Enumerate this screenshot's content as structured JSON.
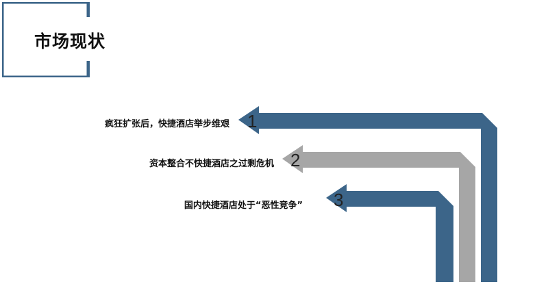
{
  "page": {
    "title": "市场现状"
  },
  "steps": [
    {
      "number": "1",
      "label": "疯狂扩张后，快捷酒店举步维艰",
      "color": "#3c6589"
    },
    {
      "number": "2",
      "label": "资本整合不快捷酒店之过剩危机",
      "color": "#a6a6a6"
    },
    {
      "number": "3",
      "label": "国内快捷酒店处于“恶性竞争”",
      "color": "#3c6589"
    }
  ],
  "colors": {
    "frame": "#3c6589",
    "arrow_dark": "#3c6589",
    "arrow_gray": "#a6a6a6"
  }
}
